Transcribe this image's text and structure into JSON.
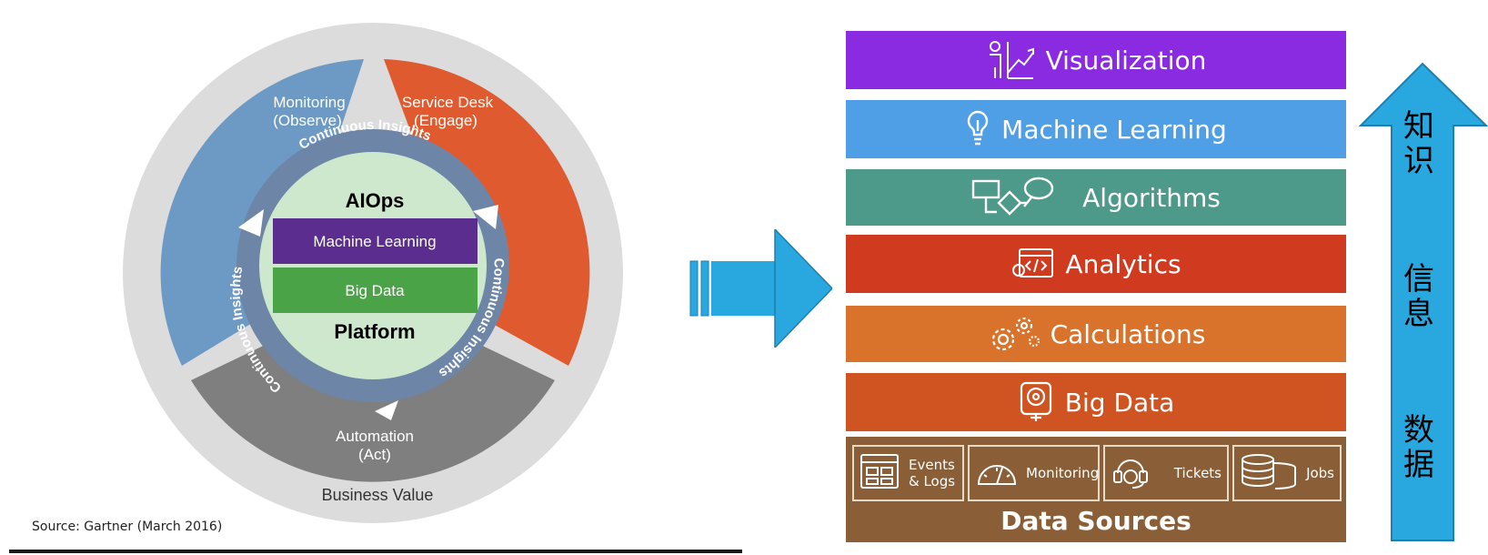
{
  "left_diagram": {
    "monitoring": {
      "line1": "Monitoring",
      "line2": "(Observe)"
    },
    "service_desk": {
      "line1": "Service Desk",
      "line2": "(Engage)"
    },
    "automation": {
      "line1": "Automation",
      "line2": "(Act)"
    },
    "business_value": "Business Value",
    "continuous_insights": "Continuous Insights",
    "aiops": "AIOps",
    "machine_learning": "Machine Learning",
    "big_data": "Big Data",
    "platform": "Platform",
    "source": "Source: Gartner (March 2016)"
  },
  "stack": {
    "layers": [
      {
        "label": "Visualization",
        "color": "#8a2be2"
      },
      {
        "label": "Machine Learning",
        "color": "#4f9fe6"
      },
      {
        "label": "Algorithms",
        "color": "#4e9a8a"
      },
      {
        "label": "Analytics",
        "color": "#d03a1f"
      },
      {
        "label": "Calculations",
        "color": "#d9722a"
      },
      {
        "label": "Big Data",
        "color": "#cf5421"
      }
    ],
    "data_sources": {
      "title": "Data Sources",
      "items": [
        {
          "label_line1": "Events",
          "label_line2": "& Logs"
        },
        {
          "label_line1": "Monitoring"
        },
        {
          "label_line1": "Tickets"
        },
        {
          "label_line1": "Jobs"
        }
      ]
    }
  },
  "vertical_labels": {
    "top": [
      "知",
      "识"
    ],
    "mid": [
      "信",
      "息"
    ],
    "bottom": [
      "数",
      "据"
    ]
  },
  "colors": {
    "arrow_blue": "#29a8df",
    "monitoring_blue": "#6d9ac4",
    "service_orange": "#e05a2f",
    "automation_gray": "#7f7f7f",
    "outer_ring": "#dcdcdc",
    "inner_green": "#cde8cc",
    "ml_purple": "#5b2d8e",
    "bigdata_green": "#4aa447",
    "ring_steel": "#6d86a8"
  }
}
